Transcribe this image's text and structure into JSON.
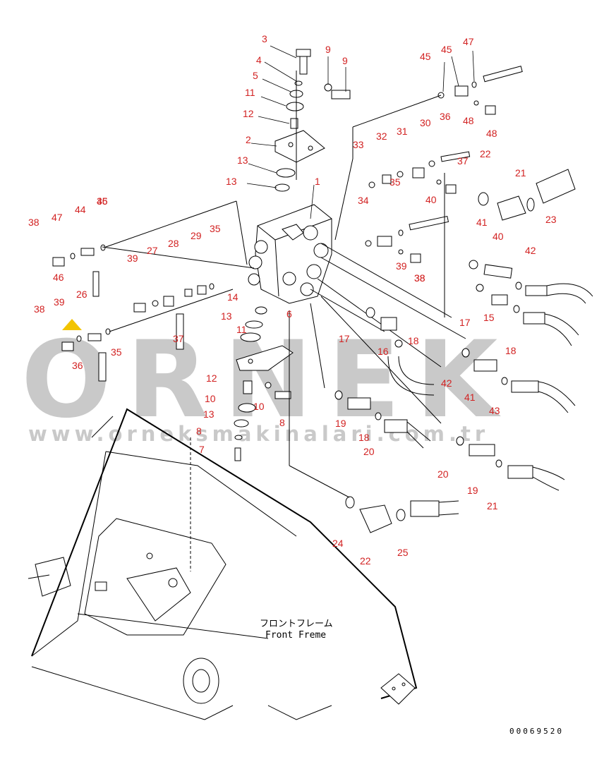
{
  "diagram": {
    "callouts": [
      "1",
      "2",
      "3",
      "4",
      "5",
      "6",
      "7",
      "8",
      "8",
      "9",
      "9",
      "10",
      "10",
      "11",
      "11",
      "12",
      "12",
      "13",
      "13",
      "13",
      "13",
      "14",
      "15",
      "16",
      "17",
      "17",
      "18",
      "18",
      "18",
      "19",
      "19",
      "20",
      "20",
      "21",
      "21",
      "22",
      "22",
      "23",
      "24",
      "25",
      "26",
      "27",
      "28",
      "29",
      "30",
      "31",
      "32",
      "33",
      "34",
      "35",
      "35",
      "35",
      "35",
      "36",
      "36",
      "37",
      "37",
      "38",
      "38",
      "38",
      "38",
      "39",
      "39",
      "39",
      "40",
      "40",
      "41",
      "41",
      "42",
      "42",
      "43",
      "44",
      "45",
      "45",
      "46",
      "46",
      "47",
      "47",
      "48",
      "48"
    ],
    "frame_label_jp": "フロントフレーム",
    "frame_label_en": "Front Freme",
    "drawing_code": "00069520"
  },
  "watermark": {
    "brand": "ORNEK",
    "url": "www.orneksmakinalari.com.tr",
    "color": "#c9c9c9",
    "accent": "#f2c400"
  },
  "colors": {
    "callout": "#d22222",
    "line": "#000000"
  }
}
